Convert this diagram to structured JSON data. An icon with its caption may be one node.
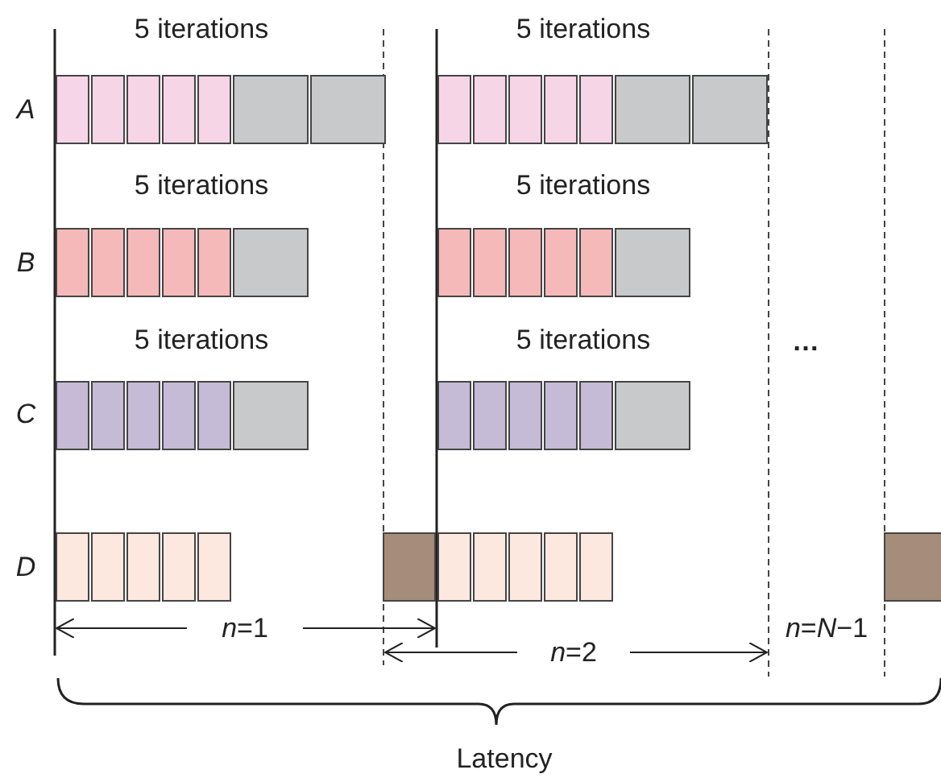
{
  "diagram": {
    "labels": [
      "5 iterations",
      "5 iterations",
      "A",
      "5 iterations",
      "5 iterations",
      "B",
      "5 iterations",
      "5 iterations",
      "C",
      "…",
      "D",
      "*n*=1",
      "*n*=2",
      "*n*=*N*−1",
      "Latency"
    ]
  }
}
